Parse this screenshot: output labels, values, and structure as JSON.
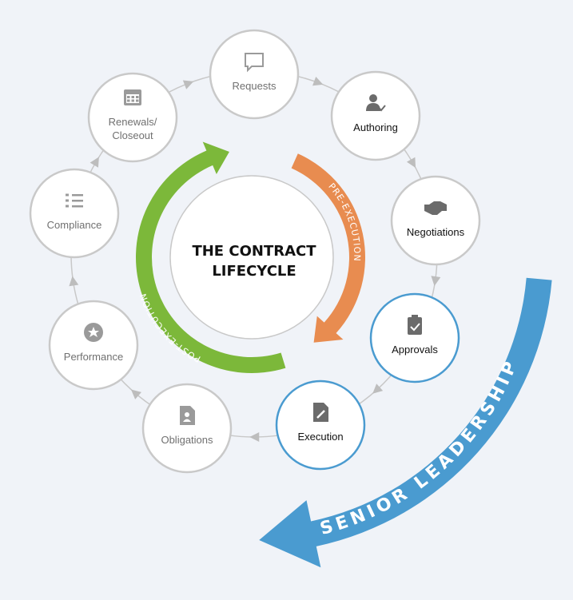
{
  "center": {
    "title_line1": "THE CONTRACT",
    "title_line2": "LIFECYCLE"
  },
  "phases": {
    "pre": "PRE-EXECUTION",
    "post": "POST-EXECUTION",
    "leadership": "SENIOR LEADERSHIP"
  },
  "colors": {
    "background": "#f0f3f8",
    "pre": "#e88c50",
    "post": "#7cb83a",
    "leadership": "#4a9bd0",
    "node_border": "#cccccc",
    "highlight_border": "#4a9bd0"
  },
  "nodes": [
    {
      "label": "Requests",
      "icon": "speech-bubble-icon",
      "dark": false,
      "highlight": false
    },
    {
      "label": "Authoring",
      "icon": "user-check-icon",
      "dark": true,
      "highlight": false
    },
    {
      "label": "Negotiations",
      "icon": "handshake-icon",
      "dark": true,
      "highlight": false
    },
    {
      "label": "Approvals",
      "icon": "clipboard-check-icon",
      "dark": true,
      "highlight": true
    },
    {
      "label": "Execution",
      "icon": "document-pen-icon",
      "dark": true,
      "highlight": true
    },
    {
      "label": "Obligations",
      "icon": "document-person-icon",
      "dark": false,
      "highlight": false
    },
    {
      "label": "Performance",
      "icon": "star-badge-icon",
      "dark": false,
      "highlight": false
    },
    {
      "label": "Compliance",
      "icon": "checklist-icon",
      "dark": false,
      "highlight": false
    },
    {
      "label": "Renewals/",
      "label2": "Closeout",
      "icon": "calendar-icon",
      "dark": false,
      "highlight": false
    }
  ]
}
